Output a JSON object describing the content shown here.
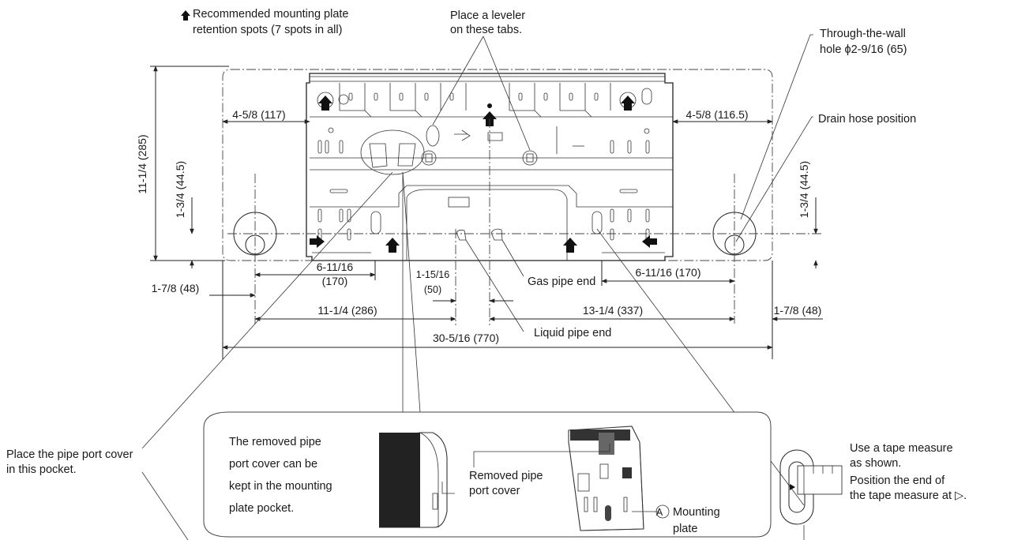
{
  "labels": {
    "retention_spots": [
      "Recommended mounting plate",
      "retention spots (7 spots in all)"
    ],
    "leveler": [
      "Place a leveler",
      "on these tabs."
    ],
    "through_wall": [
      "Through-the-wall",
      "hole ϕ2-9/16 (65)"
    ],
    "drain_hose": "Drain hose position",
    "gas_pipe": "Gas pipe end",
    "liquid_pipe": "Liquid pipe end",
    "pipe_port_pocket": [
      "Place the pipe port cover",
      "in this pocket."
    ],
    "removed_cover_note": [
      "The removed pipe",
      "port cover can be",
      "kept in the mounting",
      "plate pocket."
    ],
    "removed_cover_label": [
      "Removed pipe",
      "port cover"
    ],
    "mounting_plate_marker": "A",
    "mounting_plate_label": [
      "Mounting",
      "plate"
    ],
    "tape_measure": [
      "Use a tape measure",
      "as shown.",
      "Position the end of",
      "the tape measure at ▷."
    ]
  },
  "dimensions": {
    "height_total": "11-1/4 (285)",
    "left_vert": "1-3/4 (44.5)",
    "right_vert": "1-3/4 (44.5)",
    "left_margin_top": "4-5/8 (117)",
    "right_margin_top": "4-5/8 (116.5)",
    "left_inner_a": "6-11/16",
    "left_inner_b": "(170)",
    "pipe_gap_a": "1-15/16",
    "pipe_gap_b": "(50)",
    "right_inner": "6-11/16 (170)",
    "left_outer": "1-7/8 (48)",
    "right_outer": "1-7/8 (48)",
    "left_span": "11-1/4 (286)",
    "right_span": "13-1/4 (337)",
    "total_width": "30-5/16 (770)"
  }
}
